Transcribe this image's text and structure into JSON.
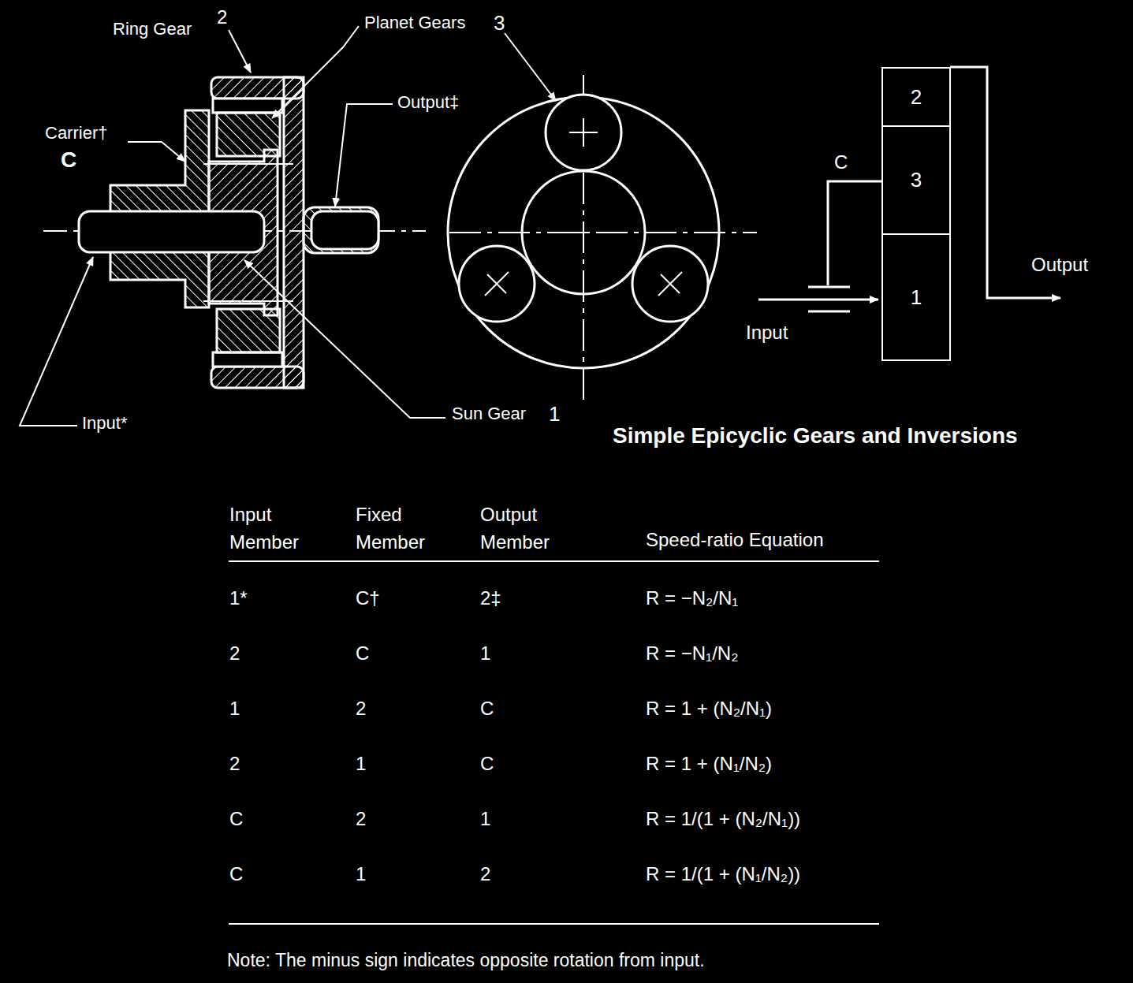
{
  "diagram": {
    "title": "Simple Epicyclic Gears and Inversions",
    "nodes": [
      {
        "text": [
          "2"
        ]
      },
      {
        "text": [
          "3"
        ]
      },
      {
        "text": [
          "1"
        ]
      }
    ],
    "labels": [
      "Ring Gear",
      "2",
      "Planet Gears",
      "3",
      "Carrier†",
      "C",
      "Output‡",
      "Input*",
      "Sun Gear",
      "1",
      "C",
      "Output",
      "Input",
      "Input Member",
      "Fixed Member",
      "Output Member",
      "Speed-ratio Equation",
      "1*",
      "C†",
      "2‡",
      "R = −N₂/N₁",
      "2",
      "C",
      "1",
      "R = −N₁/N₂",
      "1",
      "2",
      "C",
      "R = 1 + (N₂/N₁)",
      "2",
      "1",
      "C",
      "R = 1 + (N₁/N₂)",
      "C",
      "2",
      "1",
      "R = 1/(1 + (N₂/N₁))",
      "C",
      "1",
      "2",
      "R = 1/(1 + (N₁/N₂))",
      "Note: The minus sign indicates opposite rotation from input."
    ]
  }
}
